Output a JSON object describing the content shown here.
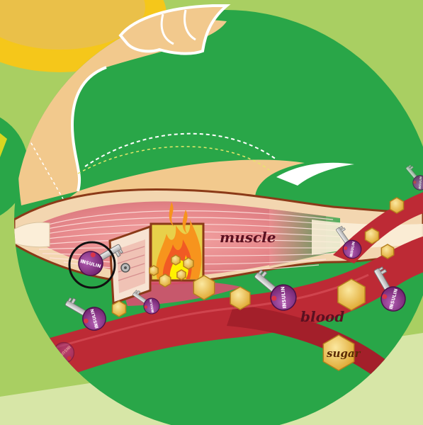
{
  "labels": {
    "muscle": "muscle",
    "blood": "blood",
    "sugar": "sugar"
  },
  "key_text": "INSULIN",
  "colors": {
    "background": "#a9cf62",
    "green_circle": "#29a648",
    "muscle_pink": "#e98d8f",
    "blood_red": "#bd2a35",
    "insulin_purple": "#8d2f8c",
    "sugar_gold": "#e8b83a",
    "fire_orange": "#f7941d",
    "skin": "#f2c98d"
  },
  "icons": [
    "insulin-key-icon",
    "sugar-cube-icon",
    "fire-icon",
    "muscle-door-icon",
    "lock-icon"
  ]
}
